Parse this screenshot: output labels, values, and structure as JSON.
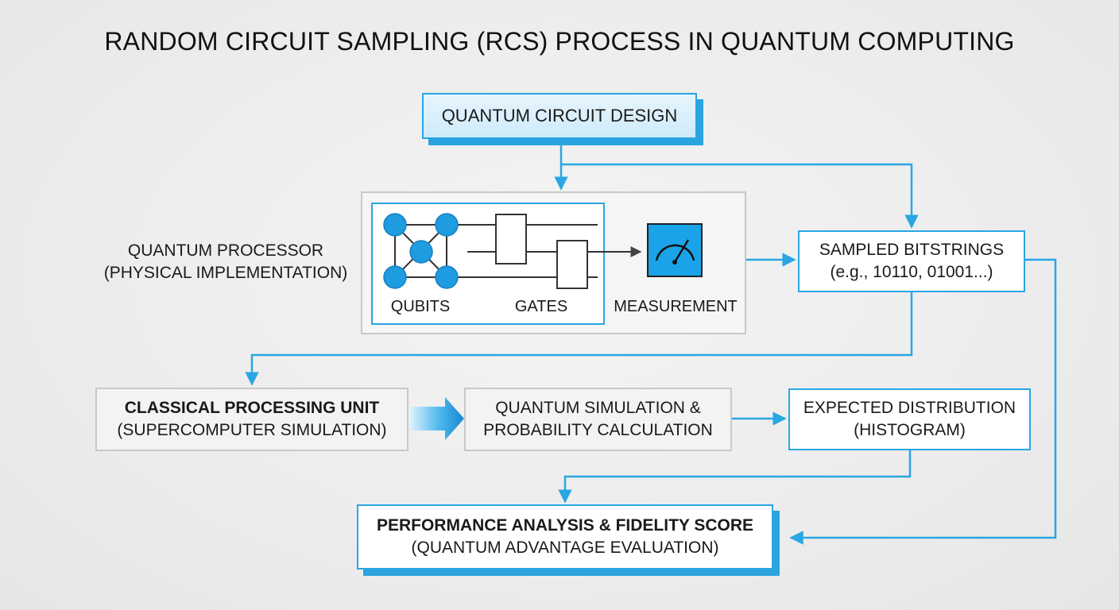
{
  "title": "RANDOM CIRCUIT SAMPLING (RCS) PROCESS IN QUANTUM COMPUTING",
  "circuit_design": {
    "label": "QUANTUM CIRCUIT DESIGN"
  },
  "quantum_processor": {
    "line1": "QUANTUM PROCESSOR",
    "line2": "(PHYSICAL IMPLEMENTATION)",
    "qubits_label": "QUBITS",
    "gates_label": "GATES",
    "measurement_label": "MEASUREMENT"
  },
  "sampled_bitstrings": {
    "line1": "SAMPLED BITSTRINGS",
    "line2": "(e.g., 10110, 01001...)"
  },
  "classical_unit": {
    "line1": "CLASSICAL PROCESSING UNIT",
    "line2": "(SUPERCOMPUTER SIMULATION)"
  },
  "simulation": {
    "line1": "QUANTUM SIMULATION &",
    "line2": "PROBABILITY CALCULATION"
  },
  "expected_distribution": {
    "line1": "EXPECTED DISTRIBUTION",
    "line2": "(HISTOGRAM)"
  },
  "performance": {
    "line1": "PERFORMANCE ANALYSIS & FIDELITY SCORE",
    "line2": "(QUANTUM ADVANTAGE EVALUATION)"
  },
  "colors": {
    "accent": "#29a6e3",
    "node": "#1f9be0",
    "meter": "#1aa3e8",
    "border_gray": "#c8c8c8"
  }
}
